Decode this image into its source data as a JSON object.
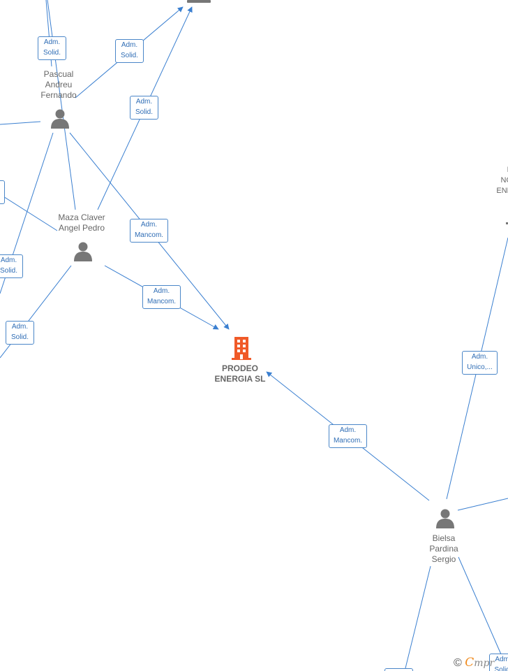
{
  "nodes": {
    "company": {
      "label": "PRODEO\nENERGIA  SL"
    },
    "pascual": {
      "label": "Pascual\nAndreu\nFernando"
    },
    "maza": {
      "label": "Maza Claver\nAngel Pedro"
    },
    "bielsa": {
      "label": "Bielsa\nPardina\nSergio"
    },
    "partial_right": {
      "label": "B\nNO\nENE"
    }
  },
  "edge_labels": {
    "t1": "Adm.\nSolid.",
    "t2": "Adm.\nSolid.",
    "t3": "Adm.\nSolid.",
    "t4": "Adm.\nMancom.",
    "t5": "Adm.\nMancom.",
    "t6": "Adm.\nSolid.",
    "t7": "Adm.\nSolid.",
    "t8": "Adm.\nMancom.",
    "t9": "Adm.\nUnico,...",
    "t10": "Adm.\nSolid."
  },
  "footer": {
    "copyright": "©",
    "brand_initial": "C",
    "brand_rest": "mpr"
  },
  "colors": {
    "edge": "#3a7fd0",
    "person": "#777777",
    "company": "#f05a28"
  }
}
